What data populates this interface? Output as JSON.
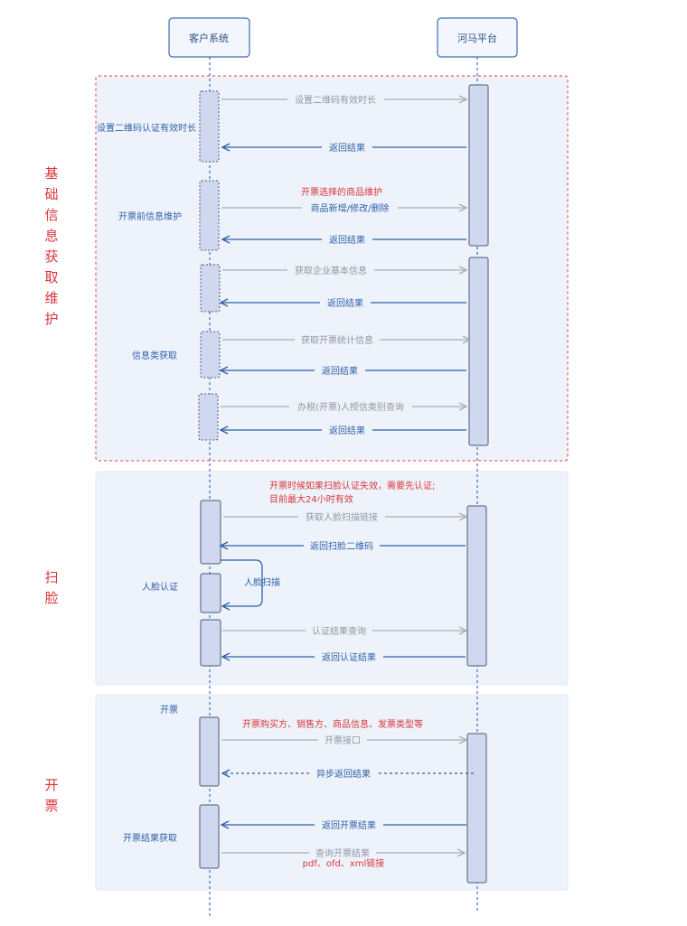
{
  "actors": {
    "left": "客户系统",
    "right": "河马平台"
  },
  "sections": {
    "s1": [
      "基",
      "础",
      "信",
      "息",
      "获",
      "取",
      "维",
      "护"
    ],
    "s2": [
      "扫",
      "脸"
    ],
    "s3": [
      "开",
      "票"
    ]
  },
  "side_labels": {
    "qr_duration": "设置二维码认证有效时长",
    "goods_maint": "开票前信息维护",
    "info_fetch": "信息类获取",
    "face_auth": "人脸认证",
    "invoice": "开票",
    "invoice_result": "开票结果获取"
  },
  "messages": {
    "m1": "设置二维码有效时长",
    "m2": "返回结果",
    "m3": "商品新增/修改/删除",
    "m4": "返回结果",
    "m5": "获取企业基本信息",
    "m6": "返回结果",
    "m7": "获取开票统计信息",
    "m8": "返回结果",
    "m9": "办税(开票)人授信类别查询",
    "m10": "返回结果",
    "m11": "获取人脸扫描链接",
    "m12": "返回扫脸二维码",
    "m13": "人脸扫描",
    "m14": "认证结果查询",
    "m15": "返回认证结果",
    "m16": "开票接口",
    "m17": "异步返回结果",
    "m18": "返回开票结果",
    "m19": "查询开票结果"
  },
  "notes": {
    "goods_note": "开票选择的商品维护",
    "face_note_1": "开票时候如果扫脸认证失效，需要先认证;",
    "face_note_2": "目前最大24小时有效",
    "invoice_note": "开票购买方、销售方、商品信息、发票类型等",
    "result_note": "pdf、ofd、xml链接"
  },
  "colors": {
    "gray_arrow": "#a9aeb6",
    "blue_arrow": "#2f5fa8",
    "red": "#d9353a",
    "panel_fill": "#eef3fb",
    "activation_fill": "#d0d8ef"
  }
}
